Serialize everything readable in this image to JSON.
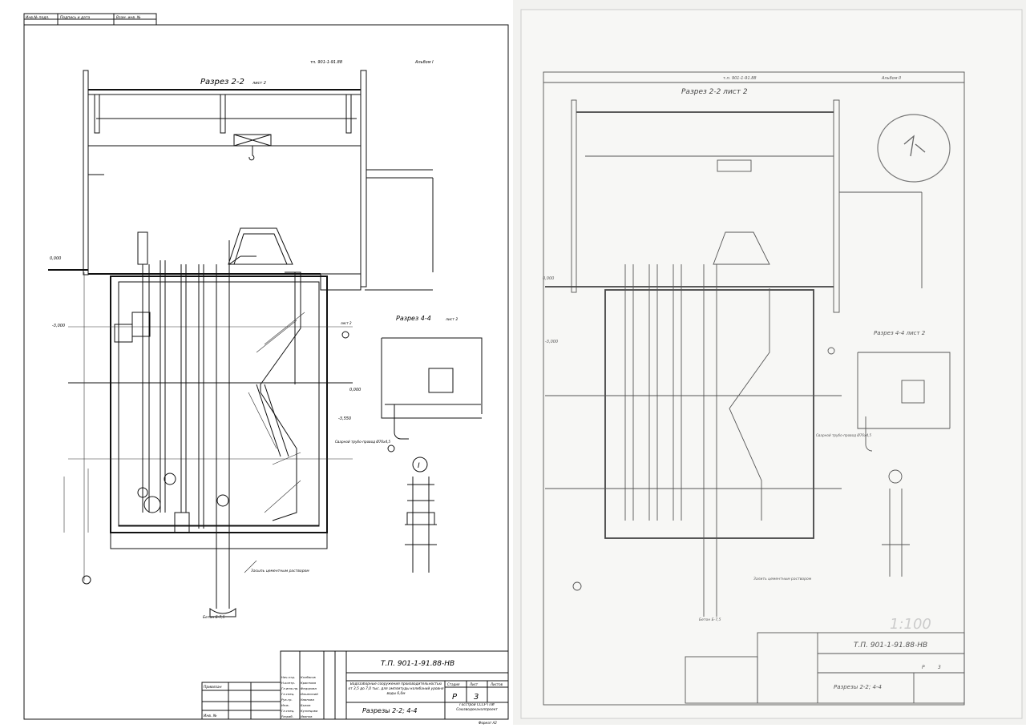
{
  "left_sheet": {
    "stamp_top": [
      "Инв.№ подл.",
      "Подпись и дата",
      "Взам. инв. №"
    ],
    "album_code": "тп. 901-1-91.88",
    "album": "Альбом I",
    "section_2_2_title": "Разрез 2-2",
    "section_2_2_sheet": "лист 2",
    "section_4_4_title": "Разрез 4-4",
    "section_4_4_sheet": "лист 2",
    "elev_zero": "0,000",
    "elev_minus3": "-3,000",
    "elev_zero_44": "0,000",
    "elev_minus355": "-3,550",
    "welded_pipe": "Сварной трубо-провод Ø76х4,5",
    "cement_fill": "Засыпь цементным раствором",
    "concrete": "Бетон Б-7,5",
    "node_I": "I",
    "sheet_ref": "лист 2",
    "title_block": {
      "code": "Т.П. 901-1-91.88-НВ",
      "description": "Водозаборные сооружения производительностью от 3,5 до 7,0 тыс. для амплитуды колебаний уровня воды 6,0м",
      "drawing_title": "Разрезы 2-2; 4-4",
      "stage_label": "Стадия",
      "sheet_label": "Лист",
      "sheets_label": "Листов",
      "stage": "Р",
      "sheet": "3",
      "org": "Госстрой СССР ГПИ Союзводоканалпроект",
      "signers": [
        "Нач.отд.",
        "Н.контр.",
        "Гл.инж.пр.",
        "Гл.спец.",
        "Рук.гр.",
        "Инж.",
        "Гл.спец.",
        "Разраб."
      ],
      "names": [
        "Колбасов",
        "Краснова",
        "Федорова",
        "Ильинский",
        "Уманова",
        "Быков",
        "Кузнецова",
        "Иванов"
      ],
      "privyazan": "Привязан",
      "inv": "Инв. №",
      "format": "Формат А2"
    }
  },
  "right_sheet": {
    "section_2_2_title": "Разрез 2-2 лист 2",
    "album_code": "т.п. 901-1-91.88",
    "album": "Альбом II",
    "section_4_4_title": "Разрез 4-4 лист 2",
    "elev_zero": "0,000",
    "elev_minus3": "-3,000",
    "cement_fill": "Залить цементным раствором",
    "concrete": "Бетон Б-7,5",
    "welded_pipe": "Сварной трубо-провод Ø76х4,5",
    "scale": "1:100",
    "code": "Т.П. 901-1-91.88-НВ",
    "drawing_title": "Разрезы 2-2; 4-4",
    "stage": "Р",
    "sheet": "3"
  }
}
